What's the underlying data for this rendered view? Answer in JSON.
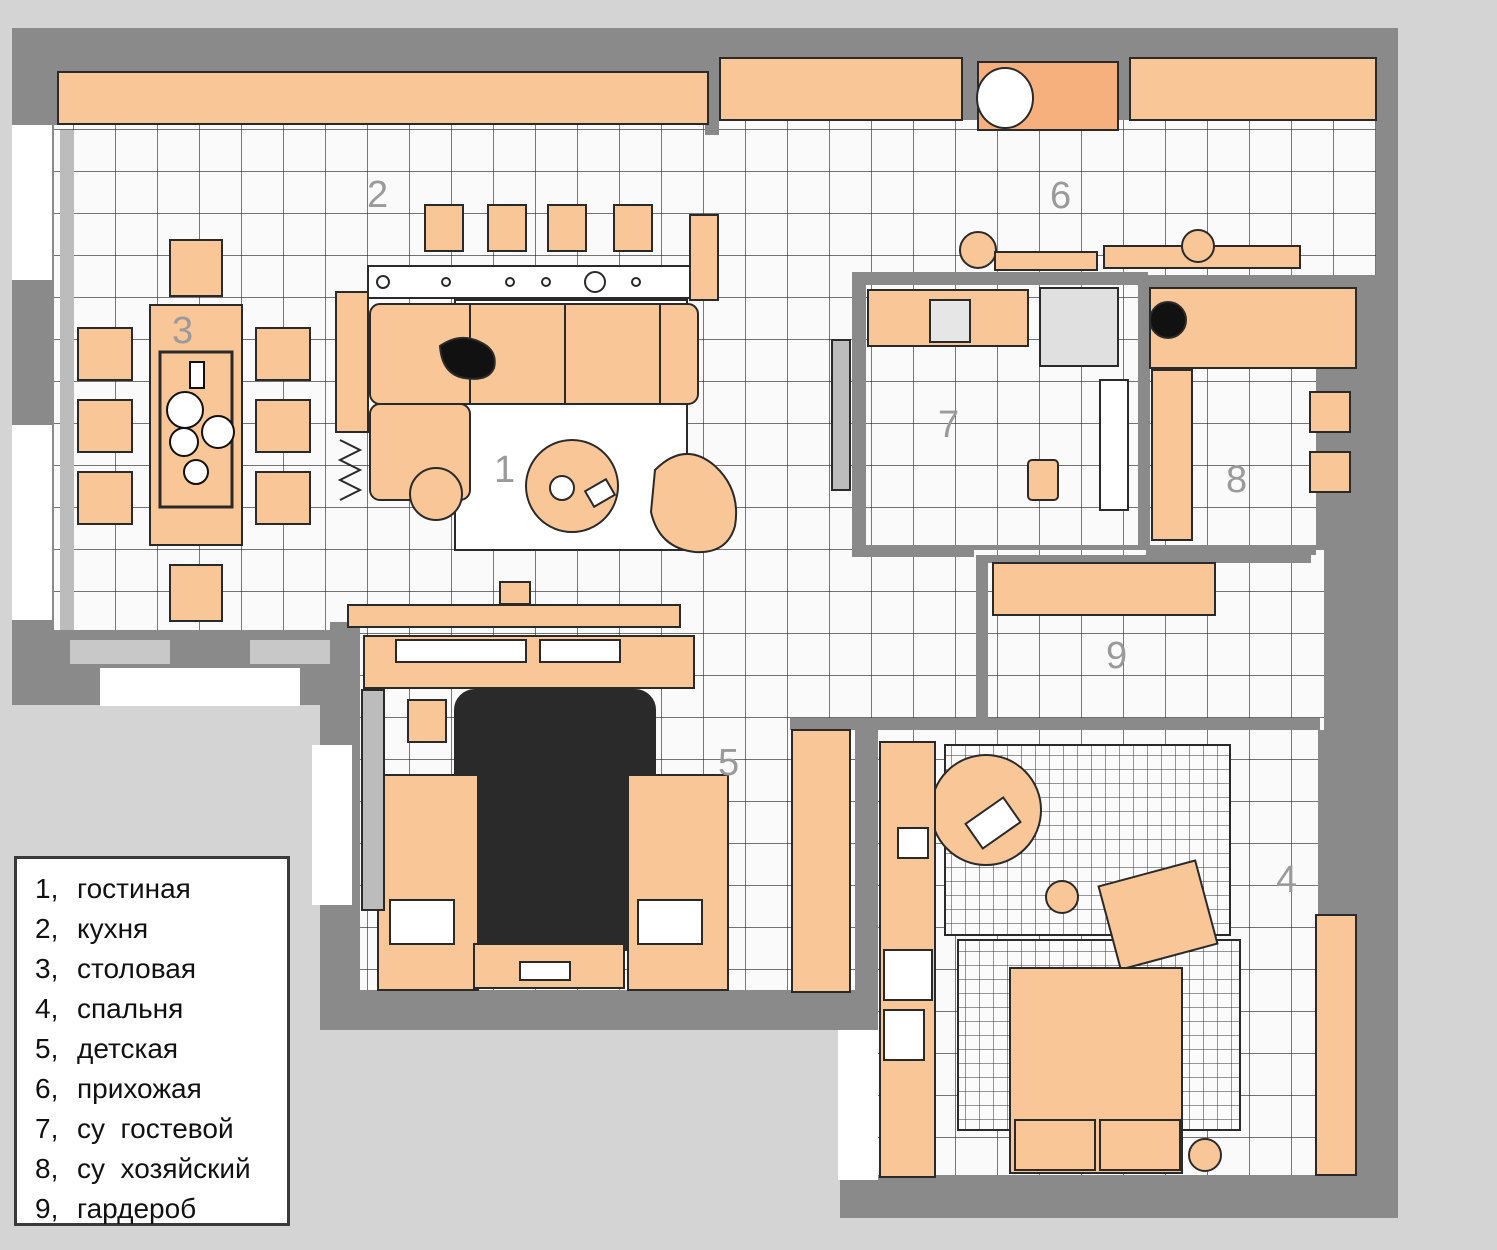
{
  "colors": {
    "background": "#d4d4d4",
    "wall": "#8a8a8a",
    "floor": "#fafafa",
    "tile_line": "#222222",
    "furniture": "#f9c698",
    "furniture_stroke": "#2a2a2a",
    "room_number": "#9a9a9a"
  },
  "rooms": [
    {
      "num": "1",
      "label": "гостиная"
    },
    {
      "num": "2",
      "label": "кухня"
    },
    {
      "num": "3",
      "label": "столовая"
    },
    {
      "num": "4",
      "label": "спальня"
    },
    {
      "num": "5",
      "label": "детская"
    },
    {
      "num": "6",
      "label": "прихожая"
    },
    {
      "num": "7",
      "label": "су  гостевой"
    },
    {
      "num": "8",
      "label": "су  хозяйский"
    },
    {
      "num": "9",
      "label": "гардероб"
    }
  ]
}
